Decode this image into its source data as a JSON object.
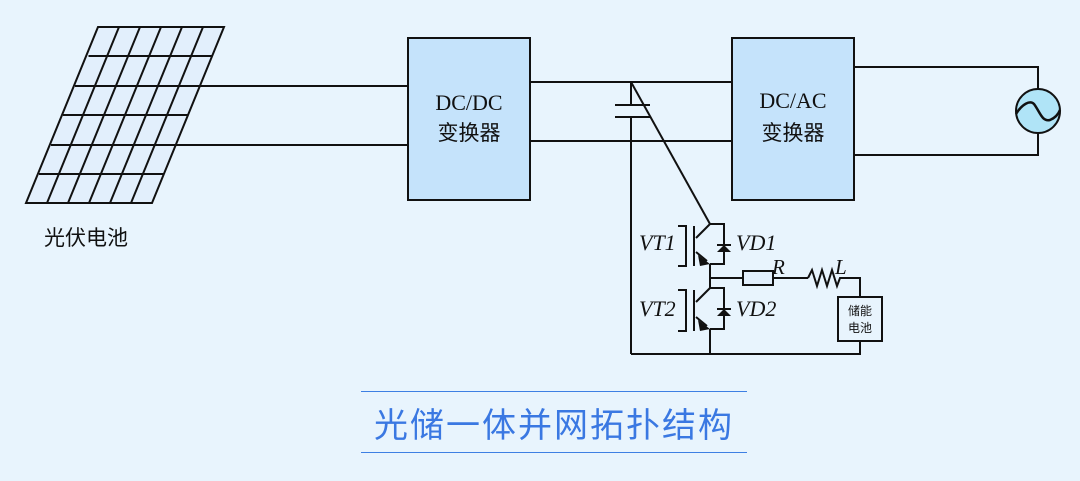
{
  "diagram": {
    "title": "光储一体并网拓扑结构",
    "pv_panel": {
      "label": "光伏电池",
      "icon": "solar-panel-icon"
    },
    "dcdc_converter": {
      "line1": "DC/DC",
      "line2": "变换器"
    },
    "dcac_converter": {
      "line1": "DC/AC",
      "line2": "变换器"
    },
    "grid_source": {
      "icon": "ac-source-icon"
    },
    "capacitor": {
      "icon": "capacitor-icon"
    },
    "switches": [
      {
        "transistor": "VT1",
        "diode": "VD1"
      },
      {
        "transistor": "VT2",
        "diode": "VD2"
      }
    ],
    "resistor": {
      "label": "R"
    },
    "inductor": {
      "label": "L"
    },
    "storage_battery": {
      "line1": "储能",
      "line2": "电池"
    },
    "colors": {
      "background": "#e8f4fd",
      "converter_fill": "#c5e3fb",
      "ac_source_fill": "#b0e4f7",
      "title_text": "#3a78e2",
      "title_rule": "#3d7fe3"
    }
  }
}
